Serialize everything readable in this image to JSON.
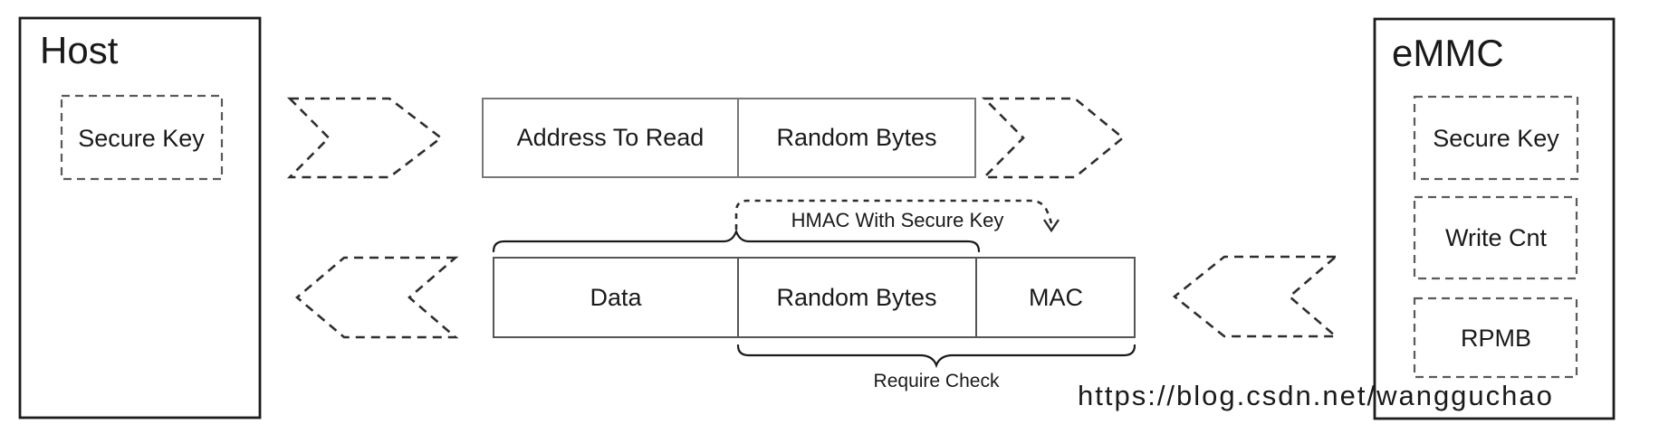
{
  "host": {
    "title": "Host",
    "secure_key_label": "Secure Key"
  },
  "emmc": {
    "title": "eMMC",
    "items": [
      {
        "label": "Secure Key"
      },
      {
        "label": "Write Cnt"
      },
      {
        "label": "RPMB"
      }
    ]
  },
  "request": {
    "fields": [
      "Address To Read",
      "Random Bytes"
    ]
  },
  "response": {
    "fields": [
      "Data",
      "Random Bytes",
      "MAC"
    ]
  },
  "annotations": {
    "hmac_label": "HMAC With Secure Key",
    "require_check_label": "Require Check"
  },
  "arrows": [
    {
      "name": "request-arrow-host-side",
      "direction": "right",
      "style": "dashed-chevron"
    },
    {
      "name": "request-arrow-emmc-side",
      "direction": "right",
      "style": "dashed-chevron"
    },
    {
      "name": "response-arrow-host-side",
      "direction": "left",
      "style": "dashed-chevron"
    },
    {
      "name": "response-arrow-emmc-side",
      "direction": "left",
      "style": "dashed-chevron"
    }
  ],
  "watermark": {
    "text": "https://blog.csdn.net/wangguchao",
    "color": "#d9d9d9"
  },
  "colors": {
    "background": "#ffffff",
    "text": "#1a1a1a",
    "solid_border": "#1c1c1c",
    "frame_border": "#777777",
    "dashed_border": "#5a5a5a",
    "arrow_line": "#2e2e2e"
  }
}
